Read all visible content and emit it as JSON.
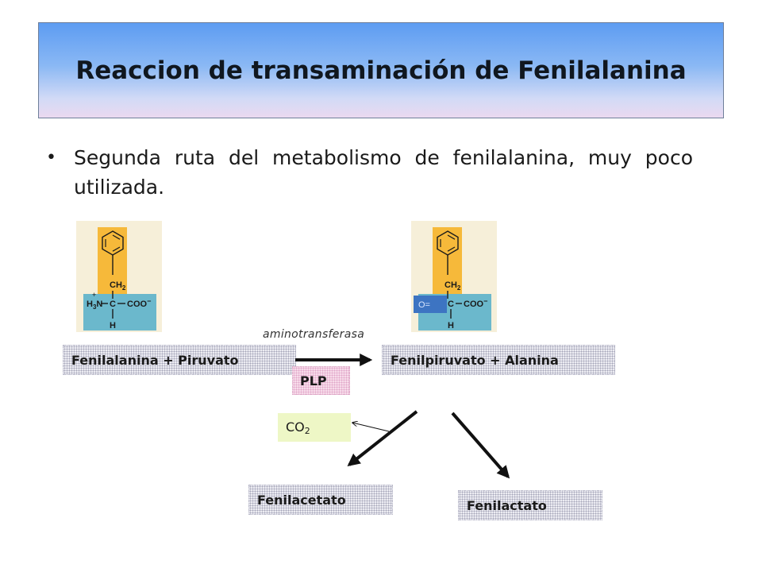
{
  "title": "Reaccion de transaminación de Fenilalanina",
  "bullet": {
    "marker": "•",
    "text": "Segunda ruta del metabolismo de fenilalanina, muy poco utilizada."
  },
  "molecule_left": {
    "ch2": "CH",
    "ch2_sub": "2",
    "amine": "H",
    "amine_sub": "3",
    "amine_n": "N",
    "amine_charge": "+",
    "dash": "—",
    "carbon": "C",
    "coo": "COO",
    "coo_charge": "−",
    "hydrogen": "H"
  },
  "molecule_right": {
    "ch2": "CH",
    "ch2_sub": "2",
    "oxo": "O=",
    "dash": "—",
    "carbon": "C",
    "coo": "COO",
    "coo_charge": "−",
    "hydrogen": "H"
  },
  "reaction": {
    "enzyme": "aminotransferasa",
    "substrates": "Fenilalanina + Piruvato",
    "products": "Fenilpiruvato + Alanina",
    "cofactor": "PLP",
    "co2_main": "CO",
    "co2_sub": "2",
    "product_a": "Fenilacetato",
    "product_b": "Fenilactato"
  },
  "colors": {
    "title_gradient_top": "#5d9cf2",
    "title_gradient_bottom": "#ead9f0",
    "side_chain_orange": "#f6b93a",
    "backbone_teal": "#6bb8cc",
    "oxo_blue": "#3d74c2",
    "cofactor_pink": "#f7dcea",
    "co2_green": "#eef7c6"
  }
}
